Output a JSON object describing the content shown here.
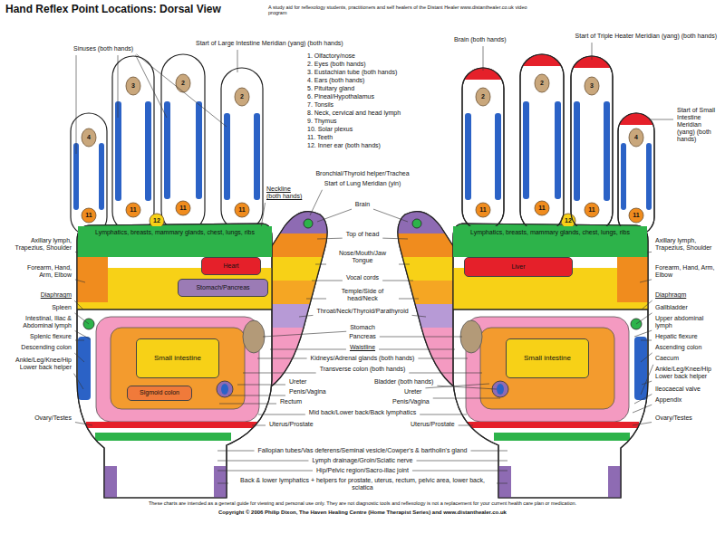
{
  "diagram": {
    "title": "Hand Reflex Point Locations: Dorsal View",
    "nodes": [
      {
        "text": [
          "Lymphatics, breasts, mammary glands, chest, lungs, ribs"
        ]
      },
      {
        "text": [
          "Heart"
        ]
      },
      {
        "text": [
          "Stomach/Pancreas"
        ]
      },
      {
        "text": [
          "Small intestine"
        ]
      },
      {
        "text": [
          "Sigmoid colon"
        ]
      },
      {
        "text": [
          "Lymphatics, breasts, mammary glands, chest, lungs, ribs"
        ]
      },
      {
        "text": [
          "Liver"
        ]
      },
      {
        "text": [
          "Small intestine"
        ]
      }
    ],
    "labels": [
      "A study aid for reflexology students, practitioners and self healers of the Distant Healer www.distanthealer.co.uk video program",
      "Sinuses (both hands)",
      "Start of Large Intestine Meridian (yang) (both hands)",
      "Brain (both hands)",
      "Start of Triple Heater Meridian (yang) (both hands)",
      "Start of Small Intestine Meridian (yang) (both hands)",
      "1. Olfactory/nose",
      "2. Eyes (both hands)",
      "3. Eustachian tube (both hands)",
      "4. Ears (both hands)",
      "5. Pituitary gland",
      "6. Pineal/Hypothalamus",
      "7. Tonsils",
      "8. Neck, cervical and head lymph",
      "9. Thymus",
      "10. Solar plexus",
      "11. Teeth",
      "12. Inner ear (both hands)",
      "Bronchial/Thyroid helper/Trachea",
      "Start of Lung Meridian (yin)",
      "Neckline (both hands)",
      "Brain",
      "Top of head",
      "Nose/Mouth/Jaw Tongue",
      "Vocal cords",
      "Temple/Side of head/Neck",
      "Throat/Neck/Thyroid/Parathyroid",
      "Stomach",
      "Pancreas",
      "Waistline",
      "Kidneys/Adrenal glands (both hands)",
      "Transverse colon (both hands)",
      "Ureter",
      "Bladder (both hands)",
      "Penis/Vagina",
      "Ureter",
      "Rectum",
      "Penis/Vagina",
      "Mid back/Lower back/Back lymphatics",
      "Uterus/Prostate",
      "Uterus/Prostate",
      "Fallopian tubes/Vas deferens/Seminal vesicle/Cowper's & bartholin's gland",
      "Lymph drainage/Groin/Sciatic nerve",
      "Hip/Pelvic region/Sacro-iliac joint",
      "Back & lower lymphatics + helpers for prostate, uterus, rectum, pelvic area, lower back, sciatica",
      "These charts are intended as a general guide for viewing and personal use only. They are not diagnostic tools and reflexology is not a replacement for your current health care plan or medication.",
      "Copyright © 2006 Philip Dixon, The Haven Healing Centre (Home Therapist Series) and www.distanthealer.co.uk",
      "Axillary lymph, Trapezius, Shoulder",
      "Forearm, Hand, Arm, Elbow",
      "Diaphragm",
      "Spleen",
      "Intestinal, Iliac & Abdominal lymph",
      "Splenic flexure",
      "Descending colon",
      "Ankle/Leg/Knee/Hip Lower back helper",
      "Ovary/Testes",
      "Axillary lymph, Trapezius, Shoulder",
      "Forearm, Hand, Arm, Elbow",
      "Diaphragm",
      "Gallbladder",
      "Upper abdominal lymph",
      "Hepatic flexure",
      "Ascending colon",
      "Caecum",
      "Ankle/Leg/Knee/Hip Lower back helper",
      "Ileocaecal valve",
      "Appendix",
      "Ovary/Testes",
      "4",
      "3",
      "2",
      "2",
      "11",
      "11",
      "11",
      "11",
      "12",
      "4",
      "3",
      "2",
      "2",
      "11",
      "11",
      "11",
      "11",
      "12"
    ]
  }
}
